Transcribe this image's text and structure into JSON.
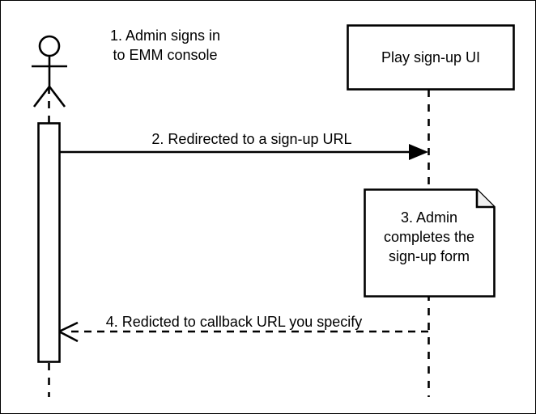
{
  "diagram": {
    "type": "uml-sequence-diagram",
    "background_color": "#ffffff",
    "line_color": "#000000",
    "note_fill_color": "#ffffff",
    "note_fold_color": "#f0f0f0",
    "actor": {
      "icon": "stick-figure-actor-icon",
      "caption_line_1": "1. Admin signs in",
      "caption_line_2": "to EMM console"
    },
    "participant": {
      "label": "Play sign-up UI"
    },
    "messages": [
      {
        "id": "message-2",
        "label": "2. Redirected to a sign-up URL",
        "style": "solid",
        "arrowhead": "filled-triangle",
        "direction": "left-to-right"
      },
      {
        "id": "message-4",
        "label": "4. Redicted to callback URL you specify",
        "style": "dashed",
        "arrowhead": "open-v",
        "direction": "right-to-left"
      }
    ],
    "note": {
      "line_1": "3. Admin",
      "line_2": "completes the",
      "line_3": "sign-up form"
    }
  }
}
